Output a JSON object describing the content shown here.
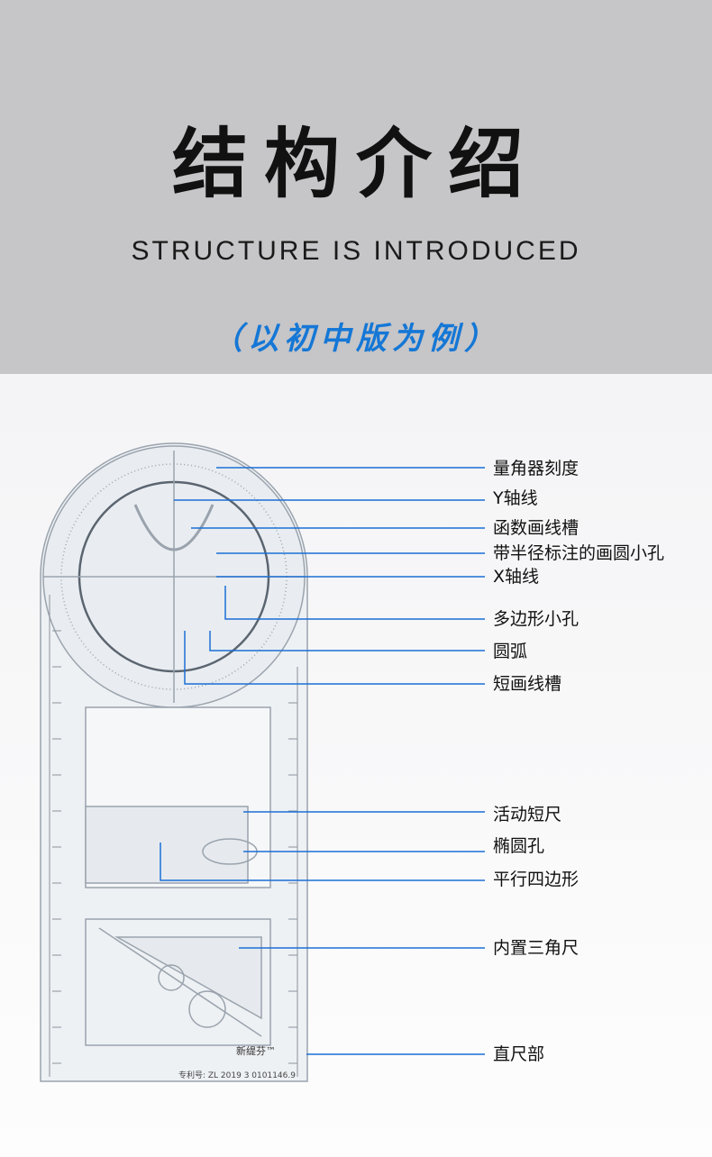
{
  "header": {
    "title": "结构介绍",
    "subtitle": "STRUCTURE IS INTRODUCED",
    "note": "（以初中版为例）"
  },
  "product": {
    "brand": "新缇芬™",
    "patent": "专利号: ZL 2019 3 0101146.9"
  },
  "labels": [
    "量角器刻度",
    "Y轴线",
    "函数画线槽",
    "带半径标注的画圆小孔",
    "X轴线",
    "多边形小孔",
    "圆弧",
    "短画线槽",
    "活动短尺",
    "椭圆孔",
    "平行四边形",
    "内置三角尺",
    "直尺部"
  ],
  "colors": {
    "header_bg": "#c6c5c7",
    "accent": "#1577d6",
    "leader": "#1a6fd6"
  }
}
